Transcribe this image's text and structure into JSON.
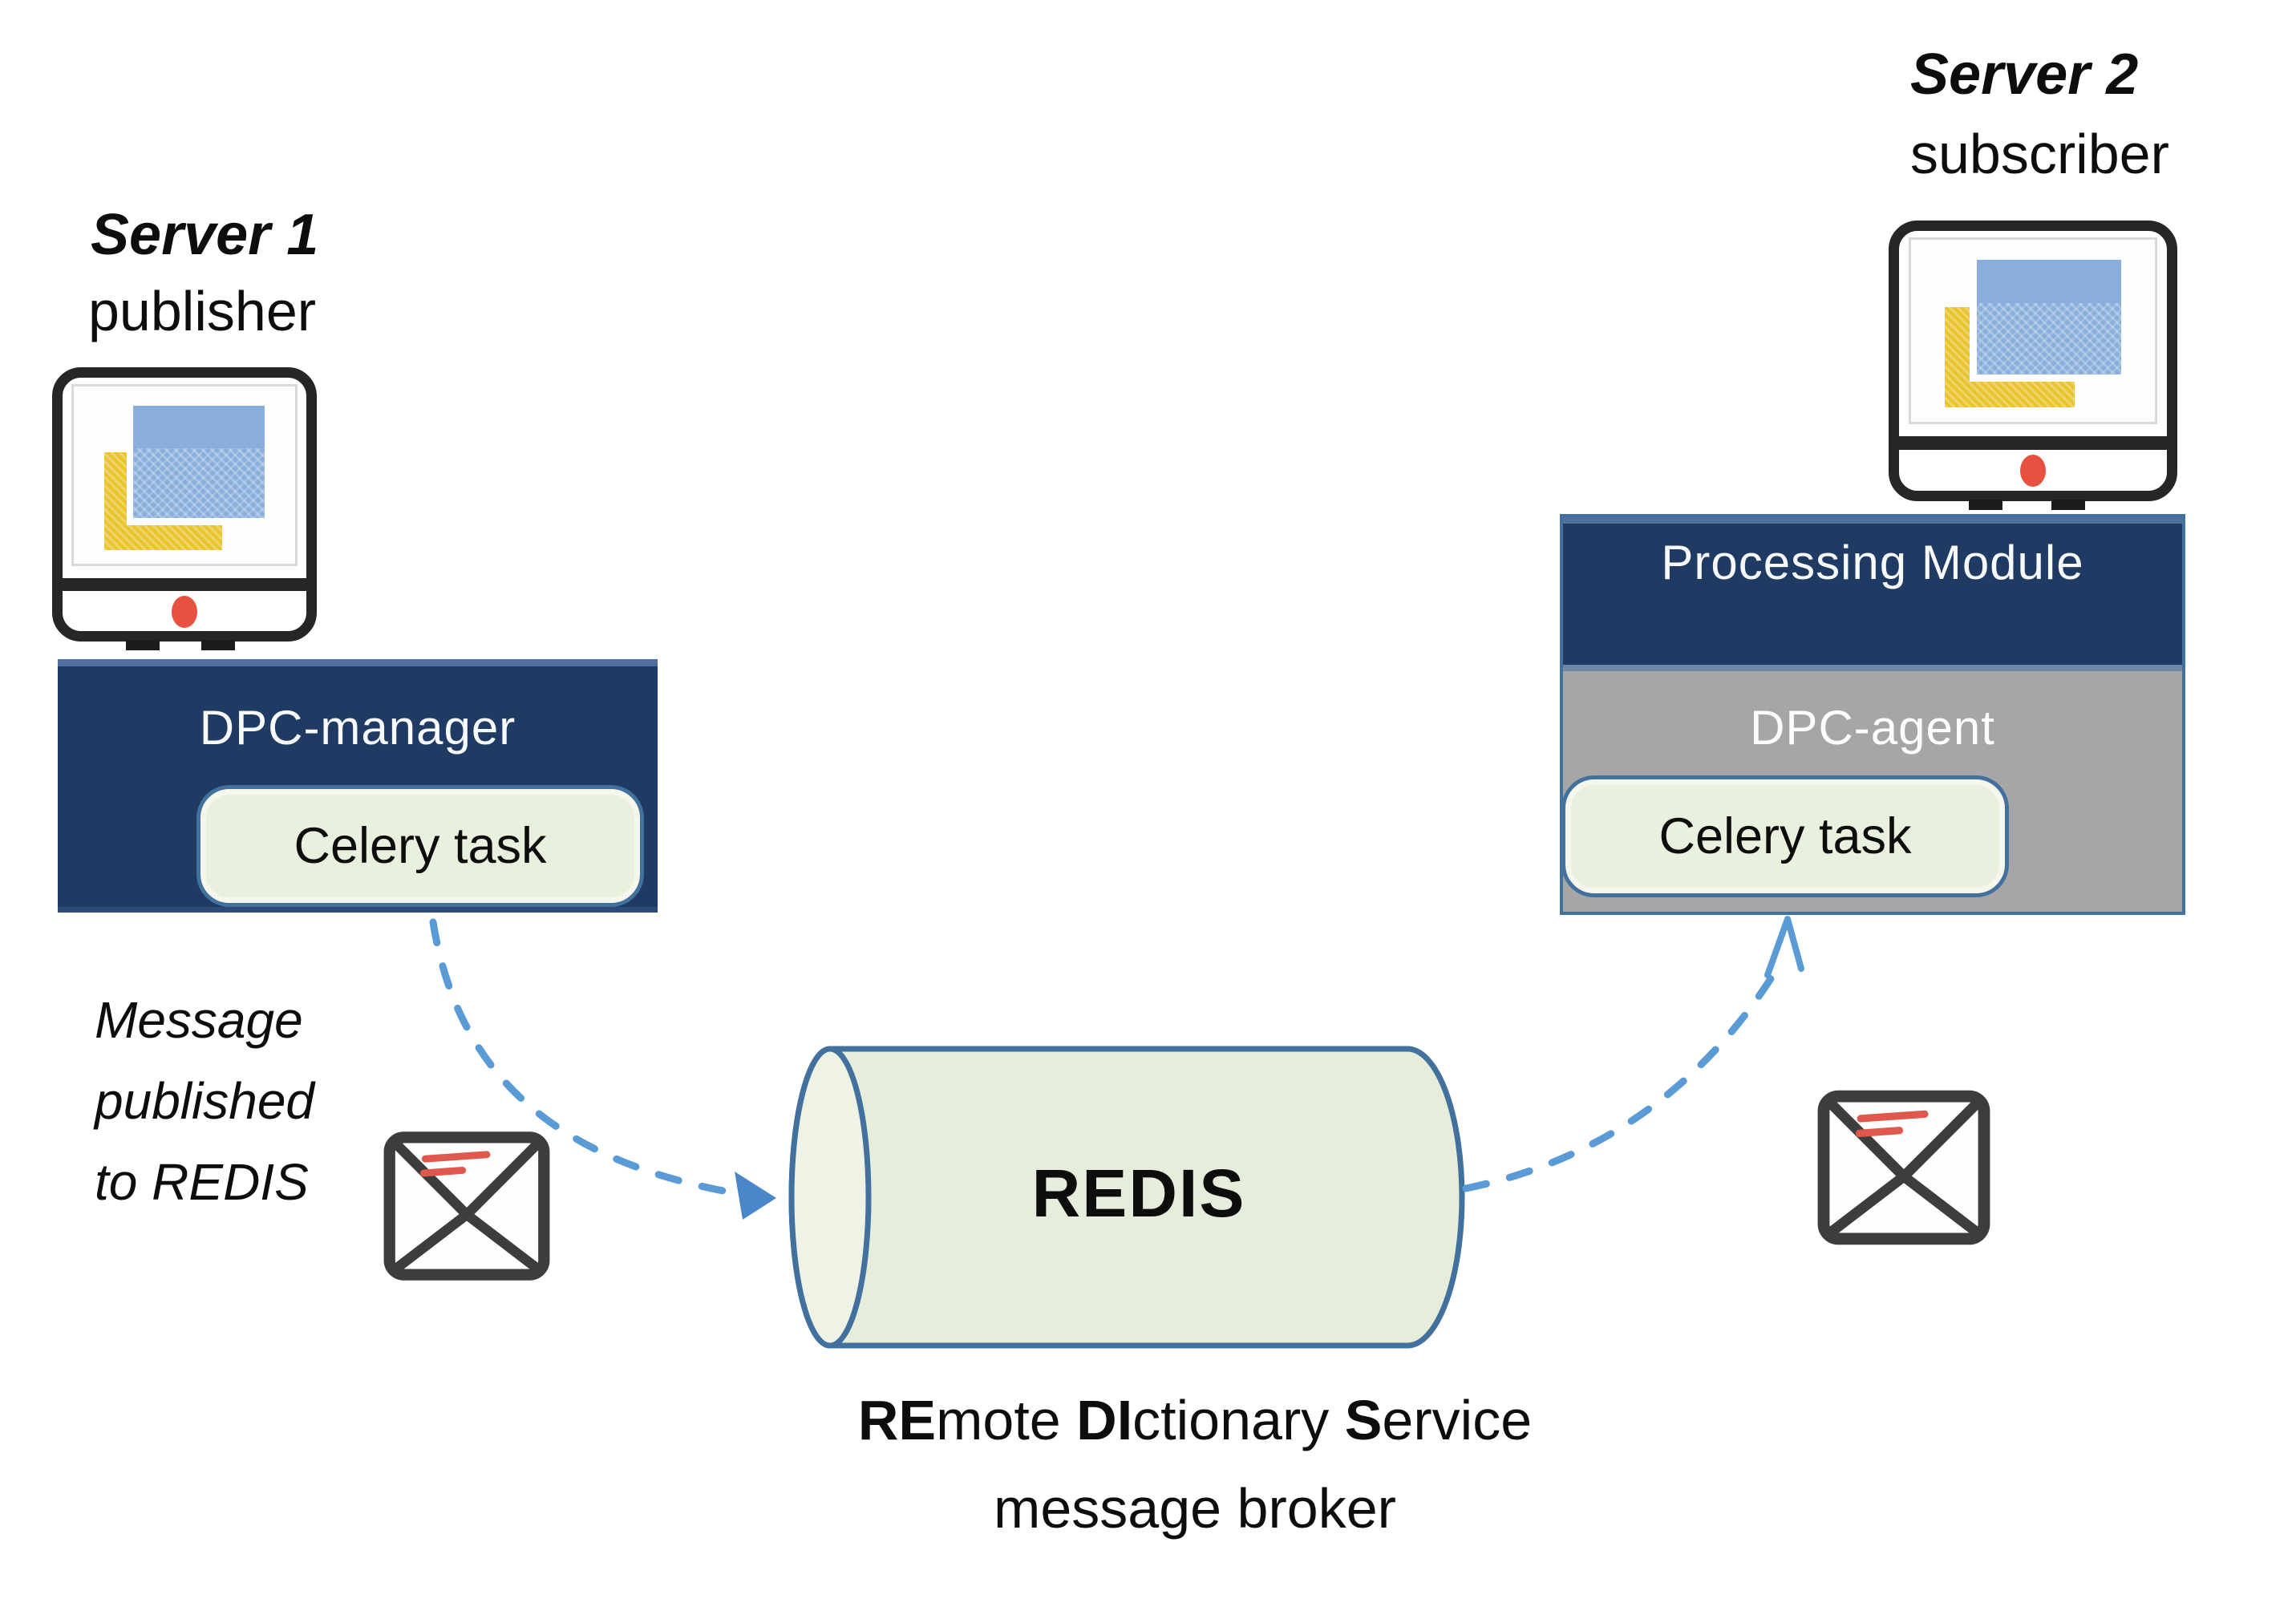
{
  "publisher_side": {
    "server_label": "Server 1",
    "role_label": "publisher",
    "manager_box": {
      "title": "DPC-manager",
      "task_label": "Celery task"
    },
    "note_lines": [
      "Message",
      "published",
      "to REDIS"
    ]
  },
  "subscriber_side": {
    "server_label": "Server 2",
    "role_label": "subscriber",
    "processing_box": {
      "title": "Processing Module",
      "agent_title": "DPC-agent",
      "task_label": "Celery task"
    }
  },
  "broker": {
    "cylinder_label": "REDIS",
    "caption": {
      "part1_bold": "RE",
      "part2": "mote ",
      "part3_bold": "DI",
      "part4": "ctionary ",
      "part5_bold": "S",
      "part6": "ervice"
    },
    "caption_line2": "message broker"
  },
  "colors": {
    "navy": "#1f3a63",
    "gray": "#a6a6a6",
    "green": "#e9f0dd",
    "cylinder_fill": "#e6eedb",
    "shape_stroke": "#41719c",
    "arrow_blue": "#5b9bd5",
    "led_red": "#e8513f",
    "envelope_line_red": "#e0584d",
    "screen_blue": "#7aa3d7",
    "screen_yellow": "#e9c42e"
  }
}
